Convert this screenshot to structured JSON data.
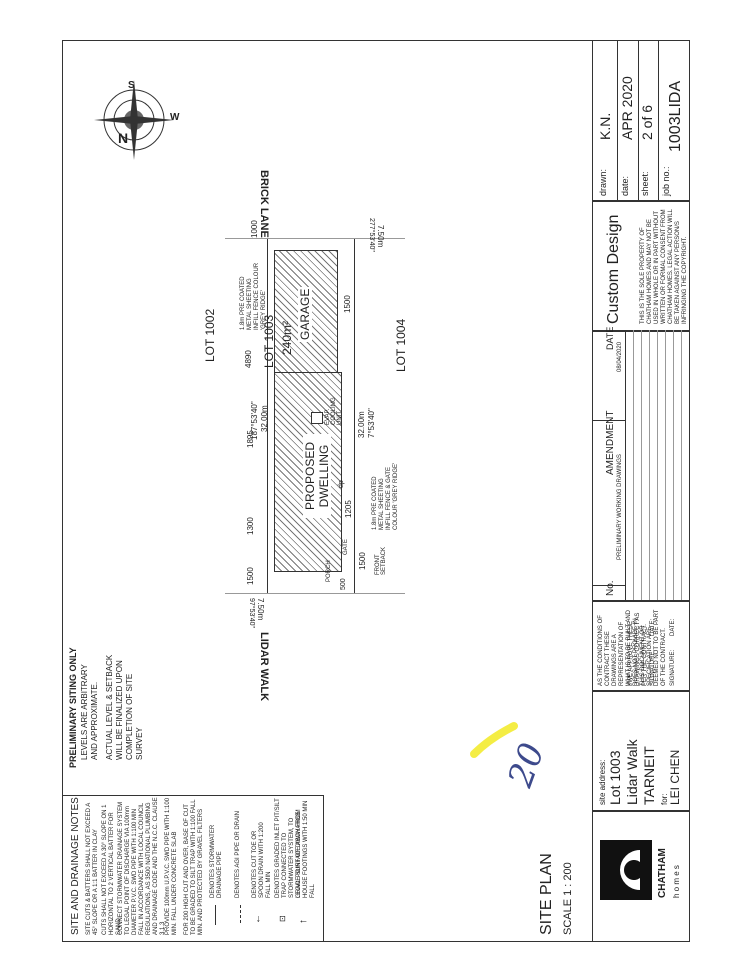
{
  "title_block": {
    "drawing_title": "SITE PLAN",
    "scale": "SCALE 1 : 200",
    "brand_name": "CHATHAM",
    "brand_sub": "h o m e s",
    "site_address_label": "site address:",
    "lot": "Lot 1003",
    "street": "Lidar Walk",
    "suburb": "TARNEIT",
    "for_label": "for:",
    "client": "LEI CHEN",
    "design": "Custom Design",
    "drawn_label": "drawn:",
    "drawn_value": "K.N.",
    "date_label": "date:",
    "date_value": "APR 2020",
    "sheet_label": "sheet:",
    "sheet_value": "2 of 6",
    "job_label": "job no.:",
    "job_value": "1003LIDA",
    "copyright": "THIS IS THE SOLE PROPERTY OF CHATHAM HOMES AND MAY NOT BE USED IN WHOLE OR IN PART WITHOUT WRITTEN OR FORMAL CONSENT FROM CHATHAM HOMES. LEGAL ACTION WILL BE TAKEN AGAINST ANY PERSON/S INFRINGING THE COPYRIGHT."
  },
  "amendment": {
    "no_header": "No.",
    "amendment_header": "AMENDMENT",
    "date_header": "DATE",
    "first_entry": "PRELIMINARY WORKING DRAWINGS",
    "first_date": "08/04/2020"
  },
  "contract": {
    "text1": "AS THE CONDITIONS OF CONTRACT THESE DRAWINGS ARE A REPRESENTATION OF WHAT IS TO BE BUILT AND DOES NOT PROVIDE IN THIS DOCUMENT OR SPECIFICATION ARE DEEMED NOT TO BE PART OF THE CONTRACT.",
    "text2": "I/WE APPROVE THESE DRAWINGS CORRECT AS PER THE CONTRACT.",
    "signature1": "SIGNATURE:",
    "date1": "DATE:",
    "signature2": "SIGNATURE:",
    "date2": "DATE:"
  },
  "notes": {
    "heading": "SITE AND DRAINAGE NOTES",
    "items": [
      "SITE CUTS & BATTERS SHALL NOT EXCEED A 45° SLOPE OR A 1:1 BATTER IN CLAY",
      "CUTS SHALL NOT EXCEED A 30° SLOPE ON 1 HORIZONTAL TO 2 VERTICAL BATTER FOR SAND",
      "CONNECT STORMWATER DRAINAGE SYSTEM TO LEGAL POINT OF DISCHARGE VIA 100mm DIAMETER P.V.C. SWD PIPE WITH 1:100 MIN FALL IN ACCORDANCE WITH LOCAL COUNCIL REGULATIONS, AS 3500 NATIONAL PLUMBING AND DRAINAGE CODE AND THE N.C.C. CLAUSE 3.1.3",
      "PROVIDE 100mm U.P.V.C. SWD PIPE WITH 1:100 MIN. FALL UNDER CONCRETE SLAB",
      "FOR 200 HIGH CUT AND OVER, BASE OF CUT TO BE GRADED TO SILT TRAP WITH 1:100 FALL MIN. AND PROTECTED BY GRAVEL FILTERS"
    ],
    "legend": [
      "DENOTES STORMWATER DRAINAGE PIPE",
      "DENOTES AGI PIPE OR DRAIN",
      "DENOTES CUT TOE OR SPOON DRAIN WITH 1:200 FALL MIN",
      "DENOTES GRADED INLET PIT/SILT TRAP CONNECTED TO STORMWATER SYSTEM, TO LEGAL POINT OF DISCHARGE",
      "GRADE SURFACE AWAY FROM HOUSE FOOTINGS WITH 1:50 MIN FALL"
    ]
  },
  "preliminary": {
    "heading": "PRELIMINARY SITING ONLY",
    "items": [
      "LEVELS ARE ARBITRARY AND APPROXIMATE.",
      "ACTUAL LEVEL & SETBACK WILL BE FINALIZED UPON COMPLETION OF SITE SURVEY"
    ]
  },
  "plan": {
    "brick_lane": "BRICK LANE",
    "lidar_walk": "LIDAR WALK",
    "lot_north": "LOT 1002",
    "lot_south": "LOT 1004",
    "lot_this": "LOT 1003",
    "area": "240m²",
    "garage": "GARAGE",
    "dwelling": "PROPOSED DWELLING",
    "cooling": "EVAP. COOLING UNIT",
    "gate": "GATE",
    "fence_top": "1.8m PRE COATED METAL SHEETING INFILL FENCE COLOUR 'GREY RIDGE'",
    "fence_bottom": "1.8m PRE COATED METAL SHEETING INFILL FENCE & GATE COLOUR 'GREY RIDGE'",
    "bearing_top": "187°53'40\"",
    "len_top": "32.00m",
    "bearing_bottom": "7°53'40\"",
    "len_bottom": "32.00m",
    "front_width": "7.50m",
    "front_bearing": "97°53'40\"",
    "rear_width": "7.50m",
    "rear_bearing": "277°53'40\"",
    "dim_1000": "1000",
    "dim_4890": "4890",
    "dim_1895": "1895",
    "dim_1300": "1300",
    "dim_1500": "1500",
    "dim_1500b": "1500",
    "dim_1205": "1205",
    "dim_1500c": "1500",
    "dim_500": "500",
    "dp": "dp",
    "porch": "PORCH",
    "setback": "FRONT SETBACK",
    "north": "N",
    "compass_s": "S",
    "compass_w": "W"
  },
  "annotation": {
    "handwritten": "20"
  }
}
